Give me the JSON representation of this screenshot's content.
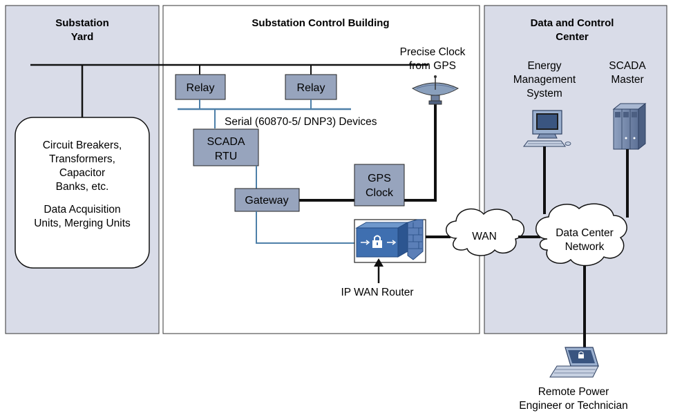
{
  "colors": {
    "yard_fill": "#d9dce8",
    "box_fill": "#97a4bd",
    "serial_line": "#4d7fa8",
    "border": "#333333"
  },
  "sections": {
    "yard_title_l1": "Substation",
    "yard_title_l2": "Yard",
    "building_title": "Substation Control Building",
    "center_title_l1": "Data and Control",
    "center_title_l2": "Center"
  },
  "yard_box": {
    "line1": "Circuit Breakers,",
    "line2": "Transformers,",
    "line3": "Capacitor",
    "line4": "Banks, etc.",
    "line5": "Data Acquisition",
    "line6": "Units, Merging Units"
  },
  "building": {
    "relay1": "Relay",
    "relay2": "Relay",
    "serial_label": "Serial (60870-5/ DNP3) Devices",
    "rtu_l1": "SCADA",
    "rtu_l2": "RTU",
    "gateway": "Gateway",
    "gps_clock_l1": "GPS",
    "gps_clock_l2": "Clock",
    "precise_clock_l1": "Precise Clock",
    "precise_clock_l2": "from GPS",
    "router_label": "IP WAN Router"
  },
  "network": {
    "wan": "WAN",
    "dc_l1": "Data Center",
    "dc_l2": "Network"
  },
  "center": {
    "ems_l1": "Energy",
    "ems_l2": "Management",
    "ems_l3": "System",
    "scada_l1": "SCADA",
    "scada_l2": "Master"
  },
  "remote": {
    "l1": "Remote Power",
    "l2": "Engineer or Technician"
  },
  "icons": [
    "satellite-dish-icon",
    "router-icon",
    "firewall-icon",
    "lock-icon",
    "desktop-computer-icon",
    "server-icon",
    "laptop-icon",
    "cloud-icon"
  ]
}
